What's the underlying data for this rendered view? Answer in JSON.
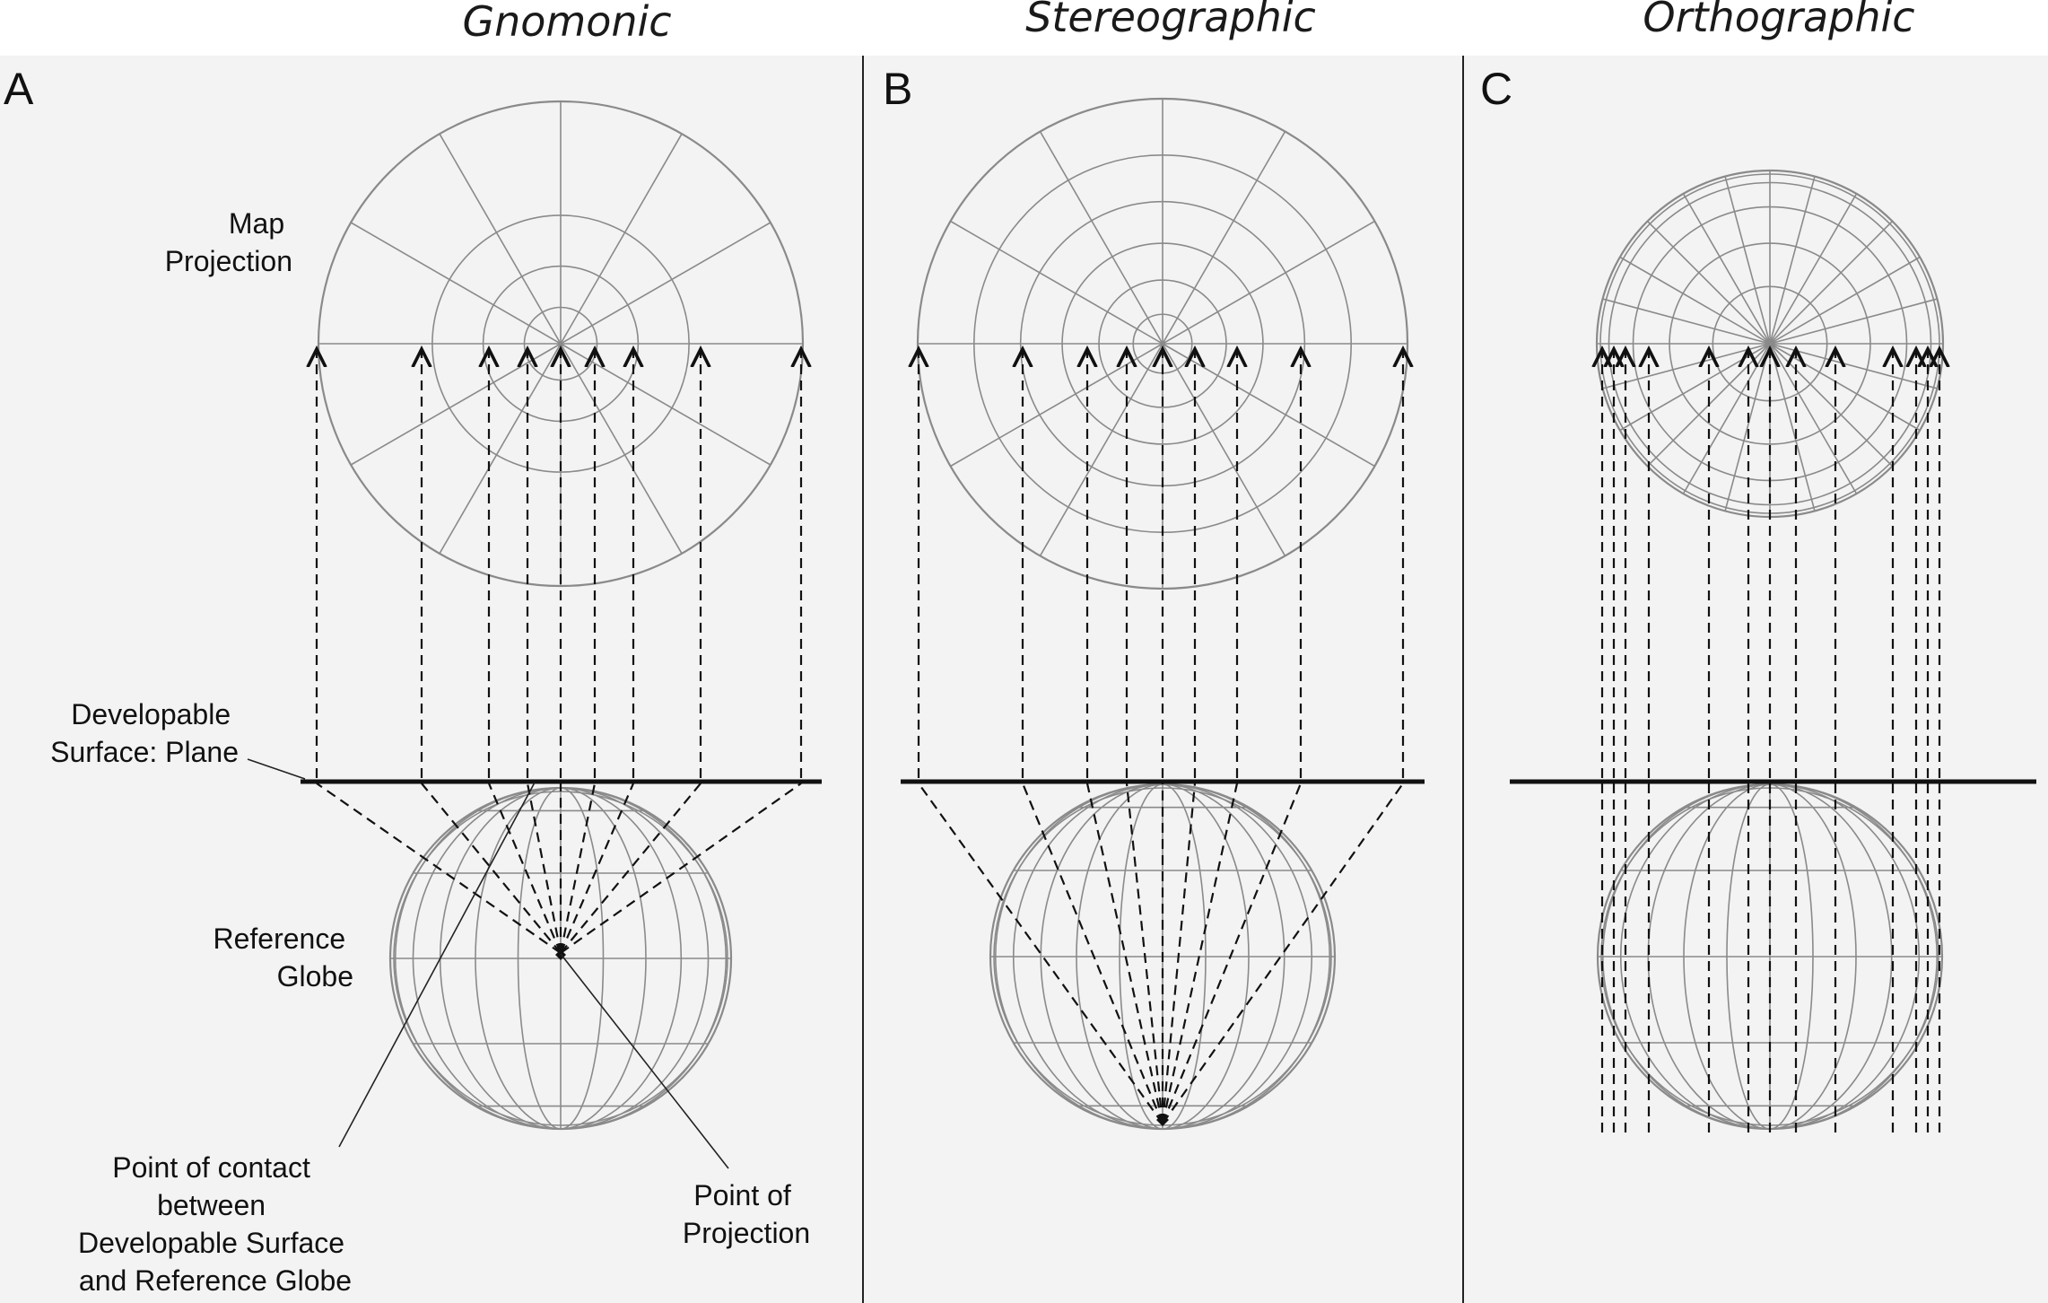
{
  "titles": {
    "a": "Gnomonic",
    "b": "Stereographic",
    "c": "Orthographic"
  },
  "panel_letters": {
    "a": "A",
    "b": "B",
    "c": "C"
  },
  "labels": {
    "map_projection": [
      "Map",
      "Projection"
    ],
    "developable_surface": [
      "Developable",
      "Surface: Plane"
    ],
    "reference_globe": [
      "Reference",
      "Globe"
    ],
    "point_of_contact": [
      "Point of contact",
      "between",
      "Developable Surface",
      "and Reference Globe"
    ],
    "point_of_projection": [
      "Point of",
      "Projection"
    ]
  },
  "colors": {
    "background": "#ffffff",
    "lines": "#111111",
    "graticule": "#8a8a8a",
    "disc_fill": "#f7f7f7"
  }
}
